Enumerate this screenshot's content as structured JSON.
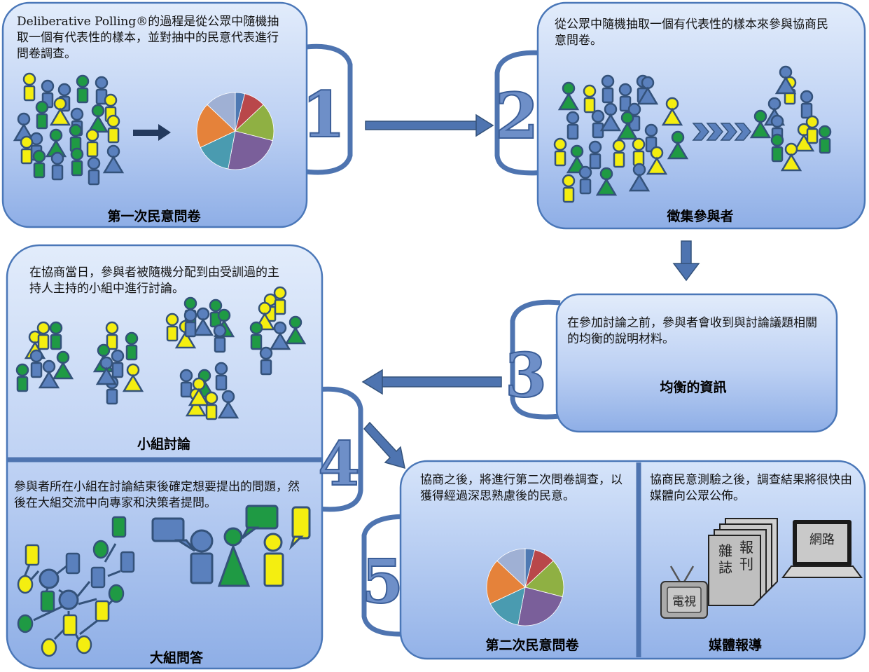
{
  "step1": {
    "description": "Deliberative Polling®的過程是從公眾中隨機抽取一個有代表性的樣本，並對抽中的民意代表進行問卷調查。",
    "description_prefix": "Deliberative Polling®",
    "description_rest": "的過程是從公眾中隨機抽取一個有代表性的樣本，並對抽中的民意代表進行問卷調查。",
    "title": "第一次民意問卷",
    "number": "1"
  },
  "step2": {
    "description": "從公眾中隨機抽取一個有代表性的樣本來參與協商民意問卷。",
    "title": "徵集參與者",
    "number": "2"
  },
  "step3": {
    "description": "在參加討論之前，參與者會收到與討論議題相關的均衡的說明材料。",
    "title": "均衡的資訊",
    "number": "3"
  },
  "step4": {
    "description_small": "在協商當日，參與者被隨機分配到由受訓過的主持人主持的小組中進行討論。",
    "title_small": "小組討論",
    "description_large": "參與者所在小組在討論結束後確定想要提出的問題，然後在大組交流中向專家和決策者提問。",
    "title_large": "大組問答",
    "number": "4"
  },
  "step5": {
    "description_survey": "協商之後，將進行第二次問卷調查，以獲得經過深思熟慮後的民意。",
    "title_survey": "第二次民意問卷",
    "description_media": "協商民意測驗之後，調查結果將很快由媒體向公眾公佈。",
    "title_media": "媒體報導",
    "number": "5",
    "media_labels": {
      "tv": "電視",
      "newspaper_1": "報",
      "newspaper_2": "刊",
      "magazine_1": "雜",
      "magazine_2": "誌",
      "internet": "網路"
    }
  },
  "icons": {
    "people": "person-icon",
    "speech": "speech-bubble-icon",
    "pie": "pie-chart-icon",
    "tv": "tv-icon",
    "newspaper": "newspaper-icon",
    "laptop": "laptop-icon",
    "arrow": "arrow-icon"
  },
  "colors": {
    "panel_top": "#dbe8fb",
    "panel_bottom": "#8fb0e8",
    "panel_border": "#4a77b8",
    "person_blue": "#5a80bd",
    "person_green": "#1f9a44",
    "person_yellow": "#f4ee10",
    "outline": "#34527a",
    "arrow_fill": "#4e74b0"
  },
  "pie": {
    "slices": [
      {
        "value": 4,
        "color": "#4e79b3"
      },
      {
        "value": 9,
        "color": "#b9474a"
      },
      {
        "value": 16,
        "color": "#8fb043"
      },
      {
        "value": 24,
        "color": "#7a5f9a"
      },
      {
        "value": 15,
        "color": "#4a9bb0"
      },
      {
        "value": 19,
        "color": "#e5823a"
      },
      {
        "value": 13,
        "color": "#9fb0d4"
      }
    ]
  }
}
